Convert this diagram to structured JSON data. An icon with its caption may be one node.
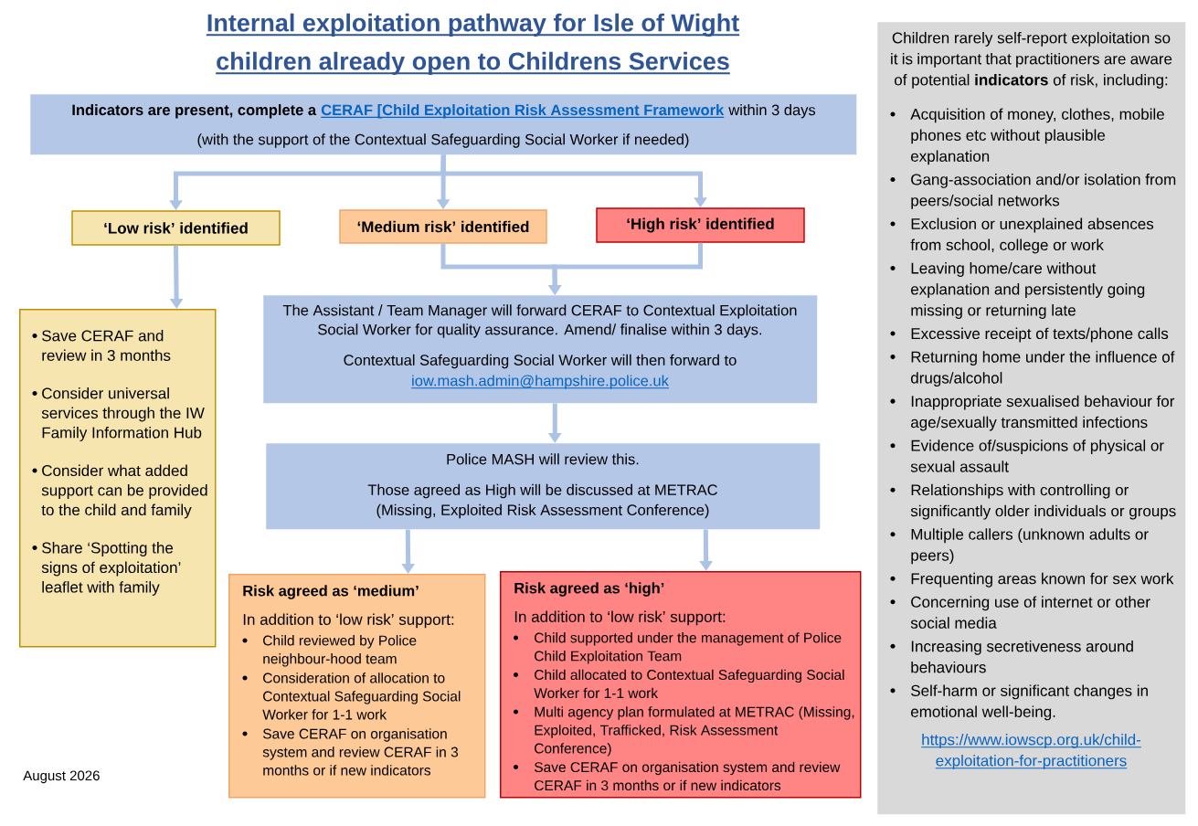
{
  "diagram": {
    "title": "Internal exploitation pathway for Isle of Wight children already open to Childrens Services",
    "nodes": [
      {
        "text": [
          "Indicators are present, complete a",
          "CERAF [Child Exploitation Risk Assessment Framework",
          "within 3 days",
          "(with the support of the Contextual Safeguarding Social Worker if needed)"
        ]
      },
      {
        "text": [
          "‘Low risk’ identified"
        ]
      },
      {
        "text": [
          "‘Medium risk’ identified"
        ]
      },
      {
        "text": [
          "‘High risk’ identified"
        ]
      },
      {
        "text": [
          "Save CERAF and review in 3 months",
          "Consider universal services through the IW Family Information Hub",
          "Consider what added support can be provided to the child and family",
          "Share ‘Spotting the signs of exploitation’ leaflet with family"
        ]
      },
      {
        "text": [
          "The Assistant / Team Manager will forward CERAF to Contextual Exploitation Social Worker for quality assurance. Amend/ finalise within 3 days.",
          "Contextual Safeguarding Social Worker will then forward to",
          "iow.mash.admin@hampshire.police.uk"
        ]
      },
      {
        "text": [
          "Police MASH will review this.",
          "Those agreed as High will be discussed at METRAC (Missing, Exploited Risk Assessment Conference)"
        ]
      },
      {
        "text": [
          "Risk agreed as ‘medium’",
          "In addition to ‘low risk’ support:",
          "Child reviewed by Police neighbour-hood team",
          "Consideration of allocation to Contextual Safeguarding Social Worker for 1-1 work",
          "Save CERAF on organisation system and review CERAF in 3 months or if new indicators"
        ]
      },
      {
        "text": [
          "Risk agreed as ‘high’",
          "In addition to ‘low risk’ support:",
          "Child supported under the management of Police Child Exploitation Team",
          "Child allocated to Contextual Safeguarding Social Worker for 1-1 work",
          "Multi agency plan formulated at METRAC (Missing, Exploited, Trafficked, Risk Assessment Conference)",
          "Save CERAF on organisation system and review CERAF in 3 months or if new indicators"
        ]
      },
      {
        "text": [
          "Children rarely self-report exploitation so it is important that practitioners are aware of potential **indicators** of risk, including:",
          "Acquisition of money, clothes, mobile phones etc without plausible explanation",
          "Gang-association and/or isolation from peers/social networks",
          "Exclusion or unexplained absences from school, college or work",
          "Leaving home/care without explanation and persistently going missing or returning late",
          "Excessive receipt of texts/phone calls",
          "Returning home under the influence of drugs/alcohol",
          "Inappropriate sexualised behaviour for age/sexually transmitted infections",
          "Evidence of/suspicions of physical or sexual assault",
          "Relationships with controlling or significantly older individuals or groups",
          "Multiple callers (unknown adults or peers)",
          "Frequenting areas known for sex work",
          "Concerning use of internet or other social media",
          "Increasing secretiveness around behaviours",
          "Self-harm or significant changes in emotional well-being.",
          "https://www.iowscp.org.uk/child-exploitation-for-practitioners"
        ]
      }
    ],
    "edges": [
      {
        "from": 0,
        "to": 1,
        "arrow": "to"
      },
      {
        "from": 0,
        "to": 2,
        "arrow": "to"
      },
      {
        "from": 0,
        "to": 3,
        "arrow": "to"
      },
      {
        "from": 1,
        "to": 4,
        "arrow": "to"
      },
      {
        "from": 2,
        "to": 5,
        "arrow": "to"
      },
      {
        "from": 3,
        "to": 5,
        "arrow": "to"
      },
      {
        "from": 5,
        "to": 6,
        "arrow": "to"
      },
      {
        "from": 6,
        "to": 7,
        "arrow": "to"
      },
      {
        "from": 6,
        "to": 8,
        "arrow": "to"
      }
    ],
    "labels": [
      "August 2026"
    ]
  }
}
